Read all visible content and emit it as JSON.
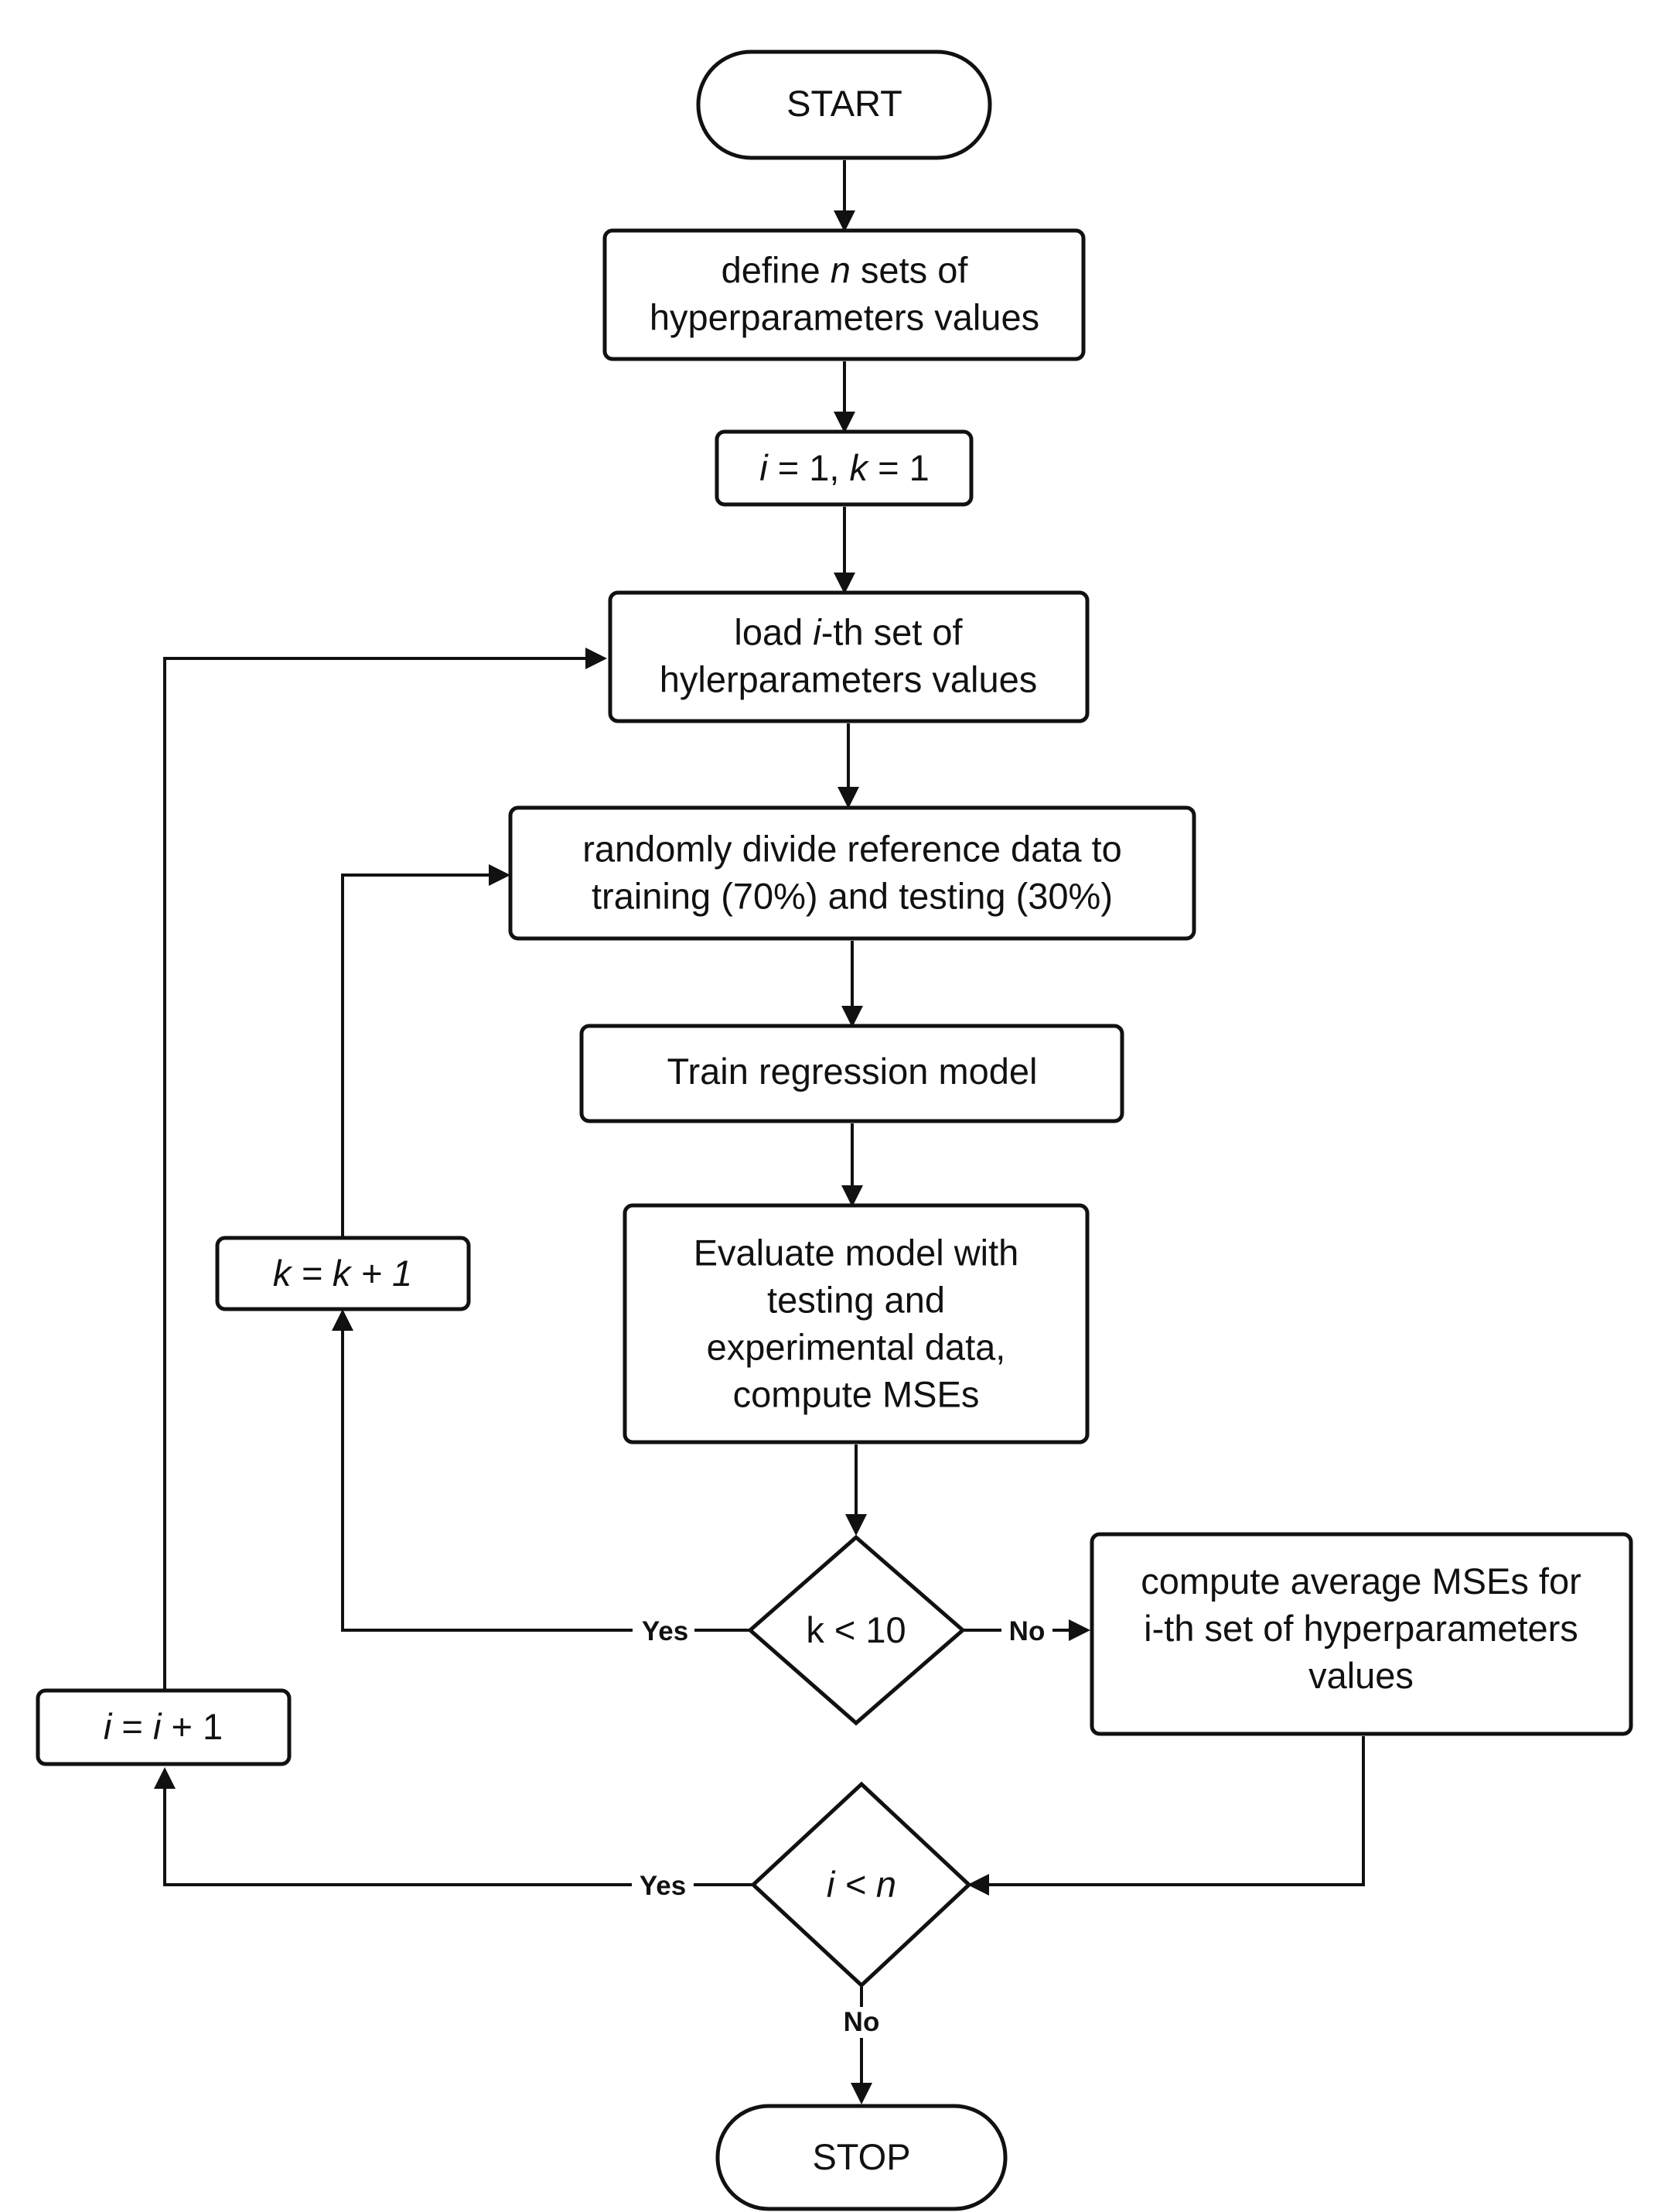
{
  "nodes": {
    "start": {
      "lines": [
        [
          {
            "t": "START"
          }
        ]
      ]
    },
    "define_sets": {
      "lines": [
        [
          {
            "t": "define "
          },
          {
            "t": "n",
            "i": true
          },
          {
            "t": " sets of"
          }
        ],
        [
          {
            "t": "hyperparameters values"
          }
        ]
      ]
    },
    "init_counters": {
      "lines": [
        [
          {
            "t": "i",
            "i": true
          },
          {
            "t": " = 1, "
          },
          {
            "t": "k",
            "i": true
          },
          {
            "t": " = 1"
          }
        ]
      ]
    },
    "load_set": {
      "lines": [
        [
          {
            "t": "load "
          },
          {
            "t": "i",
            "i": true
          },
          {
            "t": "-th set of"
          }
        ],
        [
          {
            "t": "hylerparameters values"
          }
        ]
      ]
    },
    "divide_data": {
      "lines": [
        [
          {
            "t": "randomly divide reference data to"
          }
        ],
        [
          {
            "t": "training (70%) and testing (30%)"
          }
        ]
      ]
    },
    "train_model": {
      "lines": [
        [
          {
            "t": "Train regression model"
          }
        ]
      ]
    },
    "evaluate_model": {
      "lines": [
        [
          {
            "t": "Evaluate model with"
          }
        ],
        [
          {
            "t": "testing and"
          }
        ],
        [
          {
            "t": "experimental data,"
          }
        ],
        [
          {
            "t": "compute MSEs"
          }
        ]
      ]
    },
    "k_increment": {
      "lines": [
        [
          {
            "t": "k = k + 1",
            "i": true
          }
        ]
      ]
    },
    "k_decision": {
      "lines": [
        [
          {
            "t": "k < 10"
          }
        ]
      ]
    },
    "average_mse": {
      "lines": [
        [
          {
            "t": "compute average MSEs for"
          }
        ],
        [
          {
            "t": "i-th set of hyperparameters"
          }
        ],
        [
          {
            "t": "values"
          }
        ]
      ]
    },
    "i_increment": {
      "lines": [
        [
          {
            "t": "i",
            "i": true
          },
          {
            "t": " = "
          },
          {
            "t": "i",
            "i": true
          },
          {
            "t": " + 1"
          }
        ]
      ]
    },
    "i_decision": {
      "lines": [
        [
          {
            "t": "i < n",
            "i": true
          }
        ]
      ]
    },
    "stop": {
      "lines": [
        [
          {
            "t": "STOP"
          }
        ]
      ]
    }
  },
  "edge_labels": {
    "k_yes": "Yes",
    "k_no": "No",
    "i_yes": "Yes",
    "i_no": "No"
  }
}
